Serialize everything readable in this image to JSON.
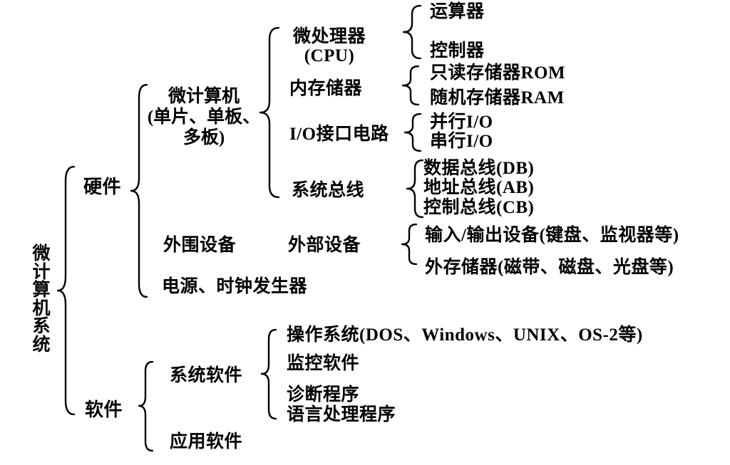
{
  "colors": {
    "background": "#ffffff",
    "text": "#000000",
    "line": "#000000"
  },
  "tree": {
    "root": {
      "label": "微计算机系统"
    },
    "hardware": {
      "label": "硬件",
      "microcomputer": {
        "label_line1": "微计算机",
        "label_line2": "(单片、单板、",
        "label_line3": "多板)",
        "cpu": {
          "label_line1": "微处理器",
          "label_line2": "(CPU)",
          "alu": {
            "label": "运算器"
          },
          "controller": {
            "label": "控制器"
          }
        },
        "memory": {
          "label": "内存储器",
          "rom": {
            "label": "只读存储器ROM"
          },
          "ram": {
            "label": "随机存储器RAM"
          }
        },
        "io_interface": {
          "label": "I/O接口电路",
          "parallel_io": {
            "label": "并行I/O"
          },
          "serial_io": {
            "label": "串行I/O"
          }
        },
        "system_bus": {
          "label": "系统总线",
          "data_bus": {
            "label": "数据总线(DB)"
          },
          "address_bus": {
            "label": "地址总线(AB)"
          },
          "control_bus": {
            "label": "控制总线(CB)"
          }
        }
      },
      "peripheral": {
        "label": "外围设备",
        "external_device": {
          "label": "外部设备",
          "io_devices": {
            "label": "输入/输出设备(键盘、监视器等)"
          },
          "external_storage": {
            "label": "外存储器(磁带、磁盘、光盘等)"
          }
        }
      },
      "power_clock": {
        "label": "电源、时钟发生器"
      }
    },
    "software": {
      "label": "软件",
      "system_software": {
        "label": "系统软件",
        "os": {
          "label": "操作系统(DOS、Windows、UNIX、OS-2等)"
        },
        "monitoring": {
          "label": "监控软件"
        },
        "diagnostic": {
          "label": "诊断程序"
        },
        "language": {
          "label": "语言处理程序"
        }
      },
      "application_software": {
        "label": "应用软件"
      }
    }
  }
}
